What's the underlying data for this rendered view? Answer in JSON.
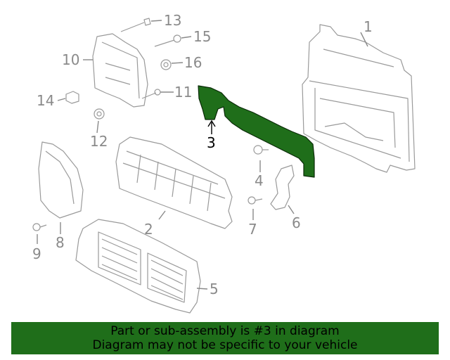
{
  "diagram": {
    "highlight_color": "#1f6e1a",
    "highlighted_part": "3",
    "callouts": {
      "c1": "1",
      "c2": "2",
      "c3": "3",
      "c4": "4",
      "c5": "5",
      "c6": "6",
      "c7": "7",
      "c8": "8",
      "c9": "9",
      "c10": "10",
      "c11": "11",
      "c12": "12",
      "c13": "13",
      "c14": "14",
      "c15": "15",
      "c16": "16"
    }
  },
  "banner": {
    "line1": "Part or sub-assembly is #3 in diagram",
    "line2": "Diagram may not be specific to your vehicle"
  }
}
